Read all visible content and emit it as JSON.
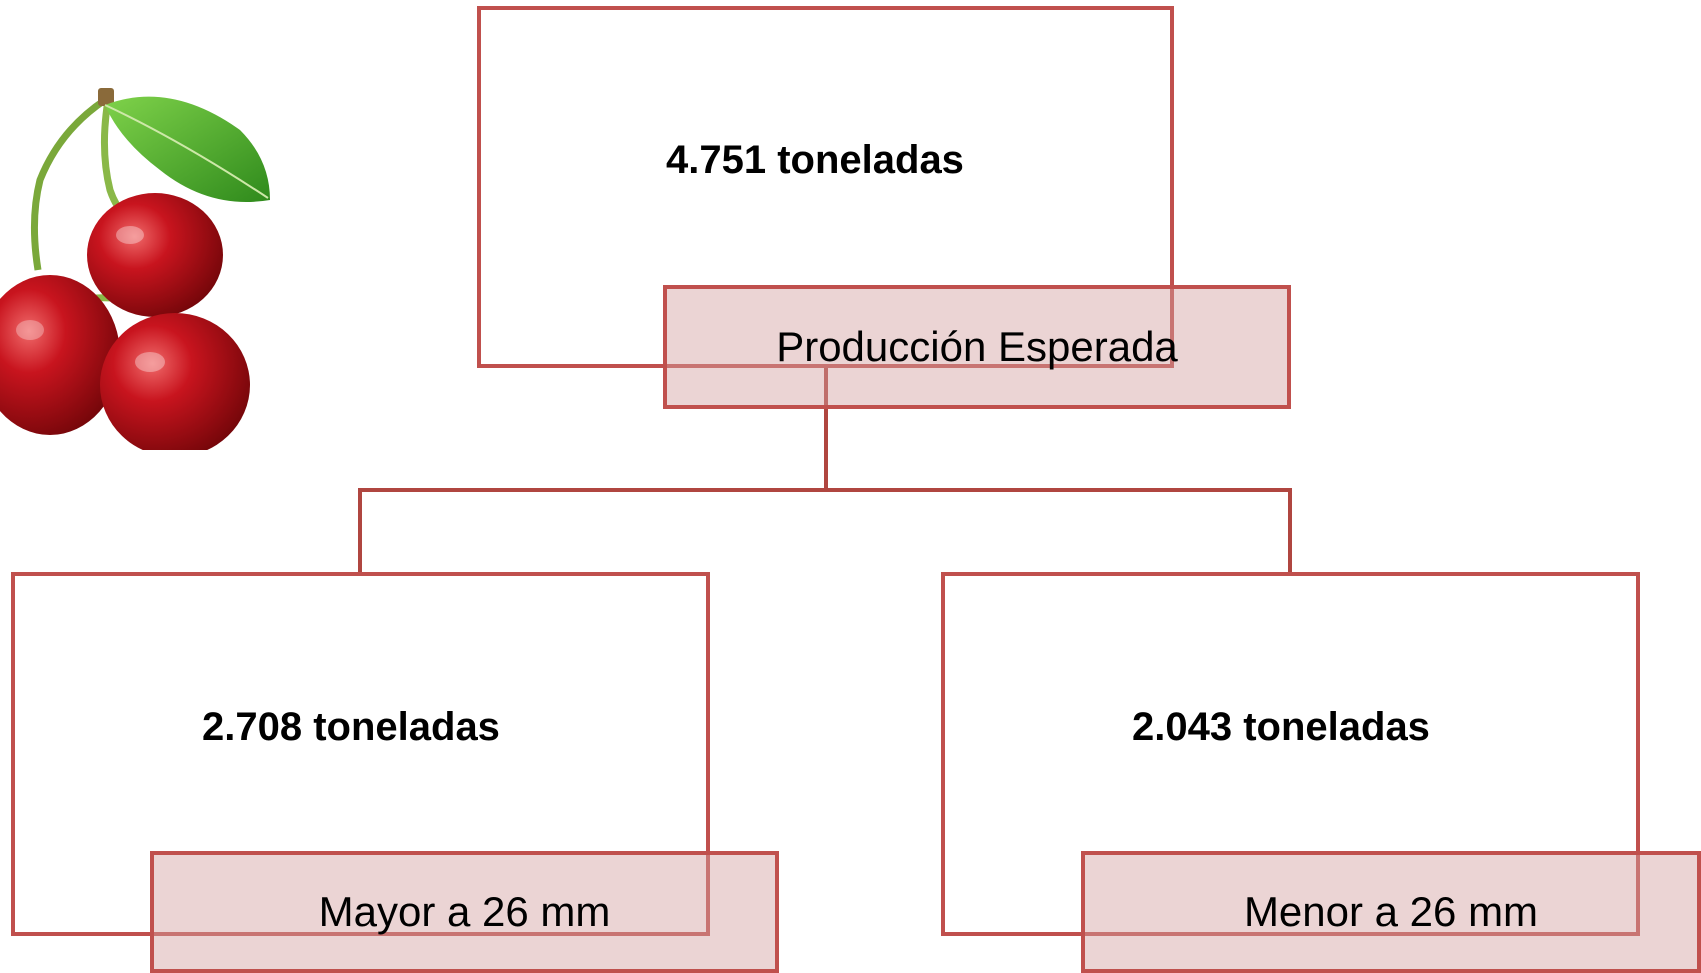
{
  "colors": {
    "border": "#c0504d",
    "label_fill": "#e8d0d0",
    "connector": "#b04640",
    "text": "#000000"
  },
  "illustration": {
    "icon": "cherries-icon"
  },
  "root": {
    "value": "4.751 toneladas",
    "label": "Producción Esperada"
  },
  "children": [
    {
      "value": "2.708 toneladas",
      "label": "Mayor a 26 mm"
    },
    {
      "value": "2.043 toneladas",
      "label": "Menor a 26 mm"
    }
  ]
}
